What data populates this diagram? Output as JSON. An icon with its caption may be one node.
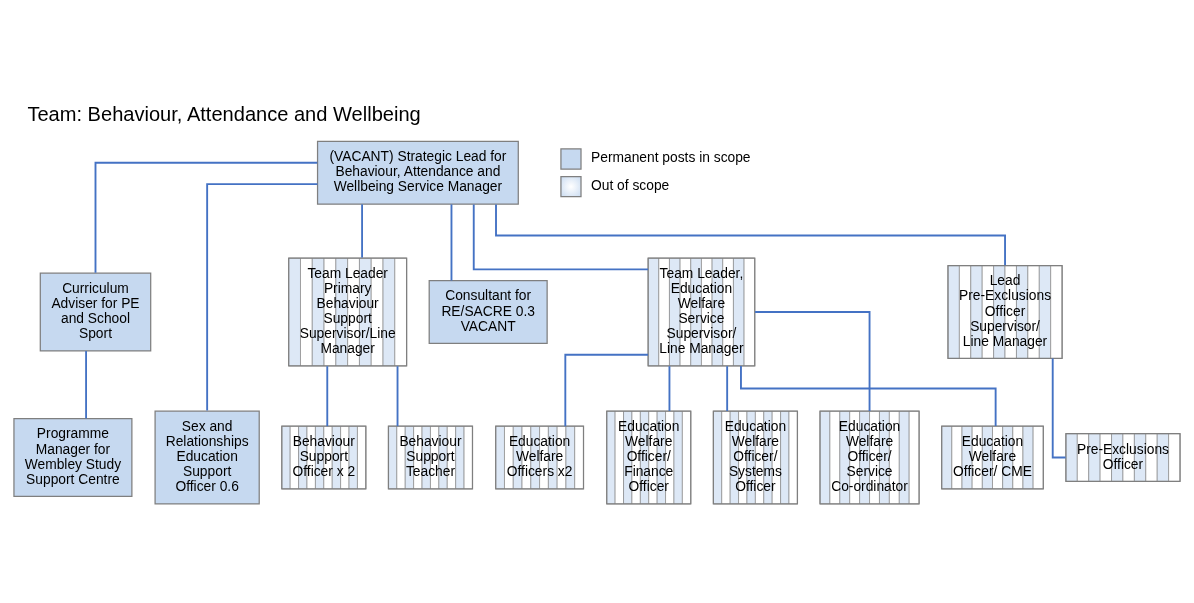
{
  "diagram": {
    "title": "Team: Behaviour, Attendance and Wellbeing",
    "nodes": [
      {
        "text": [
          "(VACANT) Strategic Lead for Behaviour, Attendance and Wellbeing Service Manager"
        ]
      },
      {
        "text": [
          "Curriculum Adviser for PE and School Sport"
        ]
      },
      {
        "text": [
          "Programme Manager for Wembley Study Support Centre"
        ]
      },
      {
        "text": [
          "Sex and Relationships Education Support Officer 0.6"
        ]
      },
      {
        "text": [
          "Team Leader Primary Behaviour Support Supervisor/Line Manager"
        ]
      },
      {
        "text": [
          "Behaviour Support Officer x 2"
        ]
      },
      {
        "text": [
          "Behaviour Support Teacher"
        ]
      },
      {
        "text": [
          "Consultant for RE/SACRE 0.3 VACANT"
        ]
      },
      {
        "text": [
          "Team Leader, Education Welfare Service Supervisor/ Line Manager"
        ]
      },
      {
        "text": [
          "Education Welfare Officers x2"
        ]
      },
      {
        "text": [
          "Education Welfare Officer/ Finance Officer"
        ]
      },
      {
        "text": [
          "Education Welfare Officer/ Systems Officer"
        ]
      },
      {
        "text": [
          "Education Welfare Officer/ Service Co-ordinator"
        ]
      },
      {
        "text": [
          "Education Welfare Officer/ CME"
        ]
      },
      {
        "text": [
          "Lead Pre-Exclusions Officer Supervisor/ Line Manager"
        ]
      },
      {
        "text": [
          "Pre-Exclusions Officer"
        ]
      }
    ],
    "edges": [
      {
        "from": 0,
        "to": 1,
        "arrow": "none"
      },
      {
        "from": 0,
        "to": 3,
        "arrow": "none"
      },
      {
        "from": 0,
        "to": 4,
        "arrow": "none"
      },
      {
        "from": 0,
        "to": 7,
        "arrow": "none"
      },
      {
        "from": 0,
        "to": 8,
        "arrow": "none"
      },
      {
        "from": 0,
        "to": 14,
        "arrow": "none"
      },
      {
        "from": 1,
        "to": 2,
        "arrow": "none"
      },
      {
        "from": 4,
        "to": 5,
        "arrow": "none"
      },
      {
        "from": 4,
        "to": 6,
        "arrow": "none"
      },
      {
        "from": 8,
        "to": 9,
        "arrow": "none"
      },
      {
        "from": 8,
        "to": 10,
        "arrow": "none"
      },
      {
        "from": 8,
        "to": 11,
        "arrow": "none"
      },
      {
        "from": 8,
        "to": 12,
        "arrow": "none"
      },
      {
        "from": 8,
        "to": 13,
        "arrow": "none"
      },
      {
        "from": 14,
        "to": 15,
        "arrow": "none"
      }
    ],
    "legend": [
      {
        "text": "Permanent posts in scope",
        "color": "#c6d9f0"
      },
      {
        "text": "Out of scope"
      }
    ]
  }
}
